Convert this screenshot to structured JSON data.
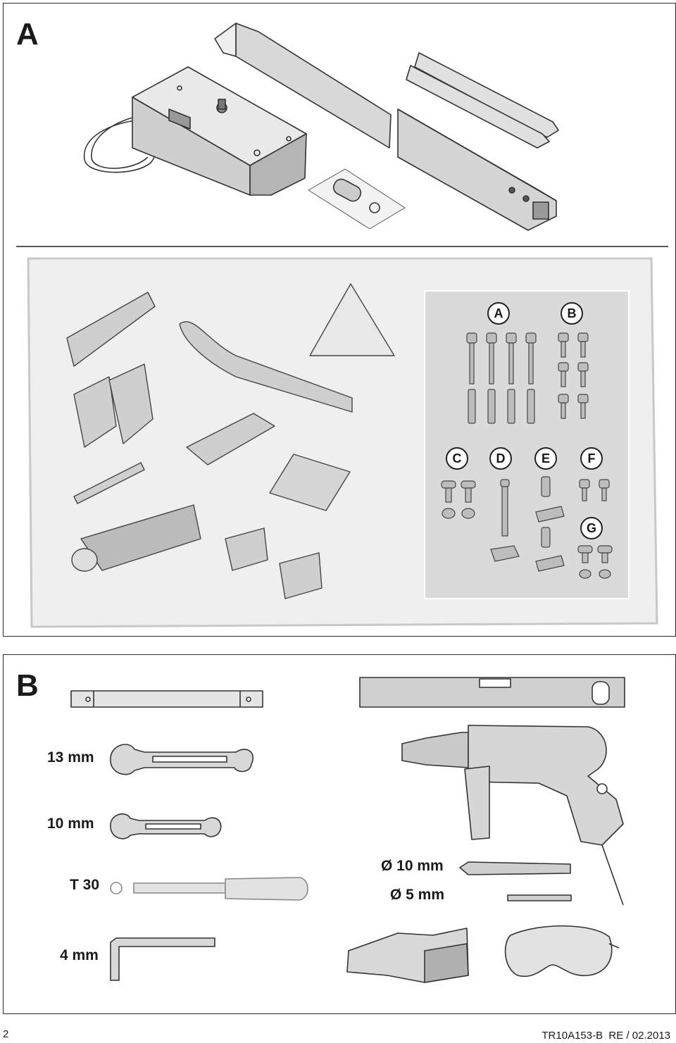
{
  "panel_a": {
    "letter": "A",
    "kit_labels": [
      "A",
      "B",
      "C",
      "D",
      "E",
      "F",
      "G"
    ]
  },
  "panel_b": {
    "letter": "B",
    "tools": {
      "wrench_13": "13 mm",
      "wrench_10": "10 mm",
      "torx": "T 30",
      "hex_key": "4 mm",
      "drill_bit_10": "Ø 10 mm",
      "drill_bit_5": "Ø 5 mm"
    }
  },
  "footer": {
    "page_number": "2",
    "doc_code": "TR10A153-B  RE / 02.2013"
  }
}
